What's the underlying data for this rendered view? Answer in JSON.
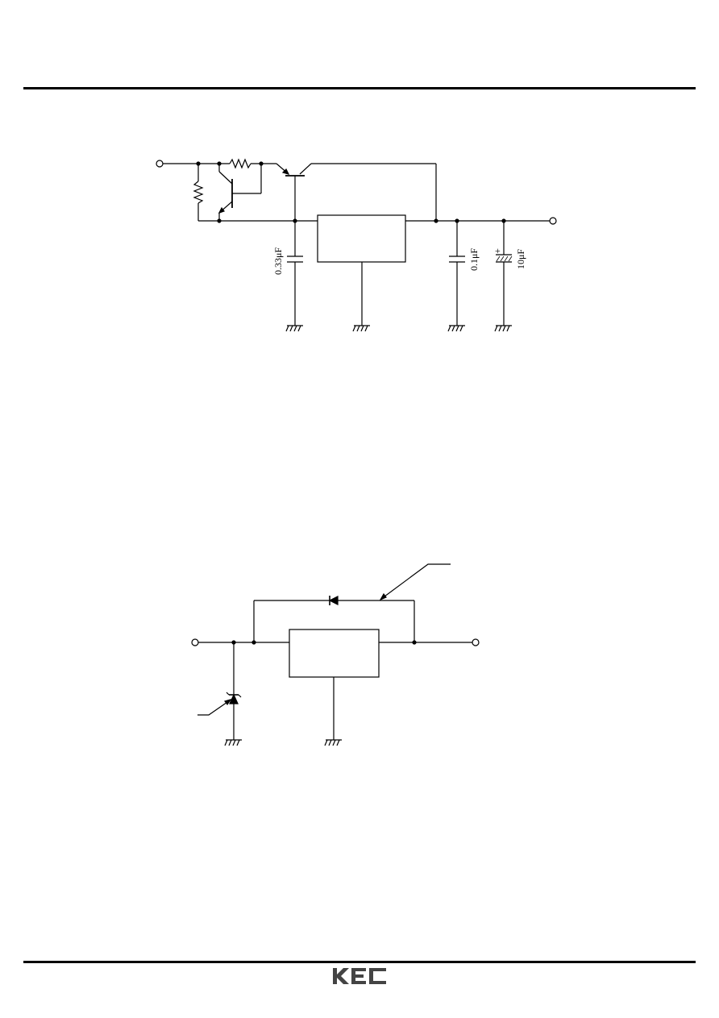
{
  "header": {
    "rule": "top"
  },
  "circuit_1": {
    "capacitors": [
      {
        "label": "0.33μF"
      },
      {
        "label": "0.1μF"
      },
      {
        "label": "10μF",
        "polarity_mark": "+"
      }
    ]
  },
  "circuit_2": {},
  "footer": {
    "logo_text": "KEC"
  },
  "colors": {
    "ink": "#000000",
    "background": "#ffffff"
  }
}
